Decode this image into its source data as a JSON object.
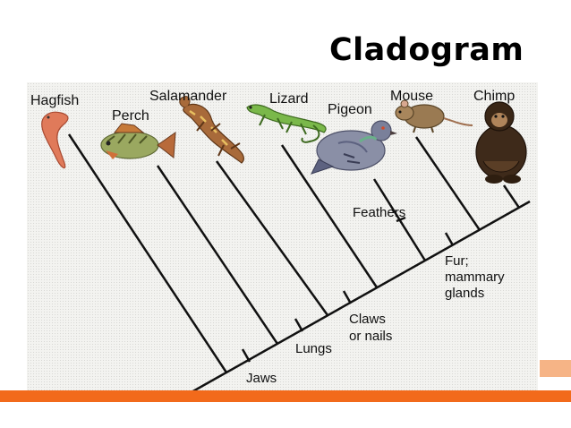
{
  "slide": {
    "title": "Cladogram",
    "accent_color": "#f26a1b",
    "accent_light_color": "#f6b486"
  },
  "cladogram": {
    "taxa": [
      {
        "name": "Hagfish",
        "icon": "hagfish-icon"
      },
      {
        "name": "Perch",
        "icon": "fish-icon"
      },
      {
        "name": "Salamander",
        "icon": "salamander-icon"
      },
      {
        "name": "Lizard",
        "icon": "lizard-icon"
      },
      {
        "name": "Pigeon",
        "icon": "bird-icon"
      },
      {
        "name": "Mouse",
        "icon": "mouse-icon"
      },
      {
        "name": "Chimp",
        "icon": "chimp-icon"
      }
    ],
    "traits": {
      "jaws": "Jaws",
      "lungs": "Lungs",
      "claws_line1": "Claws",
      "claws_line2": "or nails",
      "feathers": "Feathers",
      "fur_line1": "Fur;",
      "fur_line2": "mammary",
      "fur_line3": "glands"
    }
  }
}
